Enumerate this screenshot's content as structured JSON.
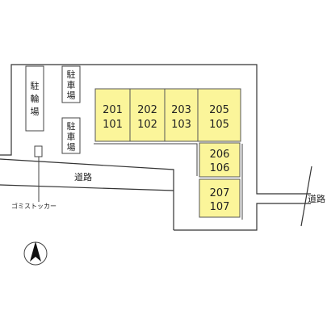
{
  "units": [
    {
      "upper": "201",
      "lower": "101"
    },
    {
      "upper": "202",
      "lower": "102"
    },
    {
      "upper": "203",
      "lower": "103"
    },
    {
      "upper": "205",
      "lower": "105"
    },
    {
      "upper": "206",
      "lower": "106"
    },
    {
      "upper": "207",
      "lower": "107"
    }
  ],
  "labels": {
    "bicycle_parking": [
      "駐",
      "輪",
      "場"
    ],
    "parking_top": [
      "駐",
      "車",
      "場"
    ],
    "parking_bottom": [
      "駐",
      "車",
      "場"
    ],
    "road_main": "道路",
    "road_right": "道路",
    "garbage": "ゴミストッカー"
  },
  "colors": {
    "unit_fill": "#fbf59a",
    "unit_stroke": "#555555",
    "line": "#333333"
  },
  "compass": "north-arrow-icon"
}
